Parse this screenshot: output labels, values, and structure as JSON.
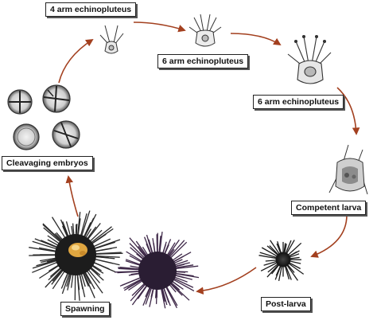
{
  "stages": [
    {
      "id": "four_arm",
      "label": "4 arm echinopluteus"
    },
    {
      "id": "six_arm_a",
      "label": "6 arm echinopluteus"
    },
    {
      "id": "six_arm_b",
      "label": "6 arm echinopluteus"
    },
    {
      "id": "competent",
      "label": "Competent larva"
    },
    {
      "id": "post_larva",
      "label": "Post-larva"
    },
    {
      "id": "spawning",
      "label": "Spawning"
    },
    {
      "id": "cleavage",
      "label": "Cleavaging embryos"
    }
  ],
  "colors": {
    "arrow": "#a3401f",
    "label_border": "#222222",
    "urchin_spine": "#2a2a2a",
    "urchin_purple": "#3e2848",
    "gonad": "#e0a640"
  }
}
